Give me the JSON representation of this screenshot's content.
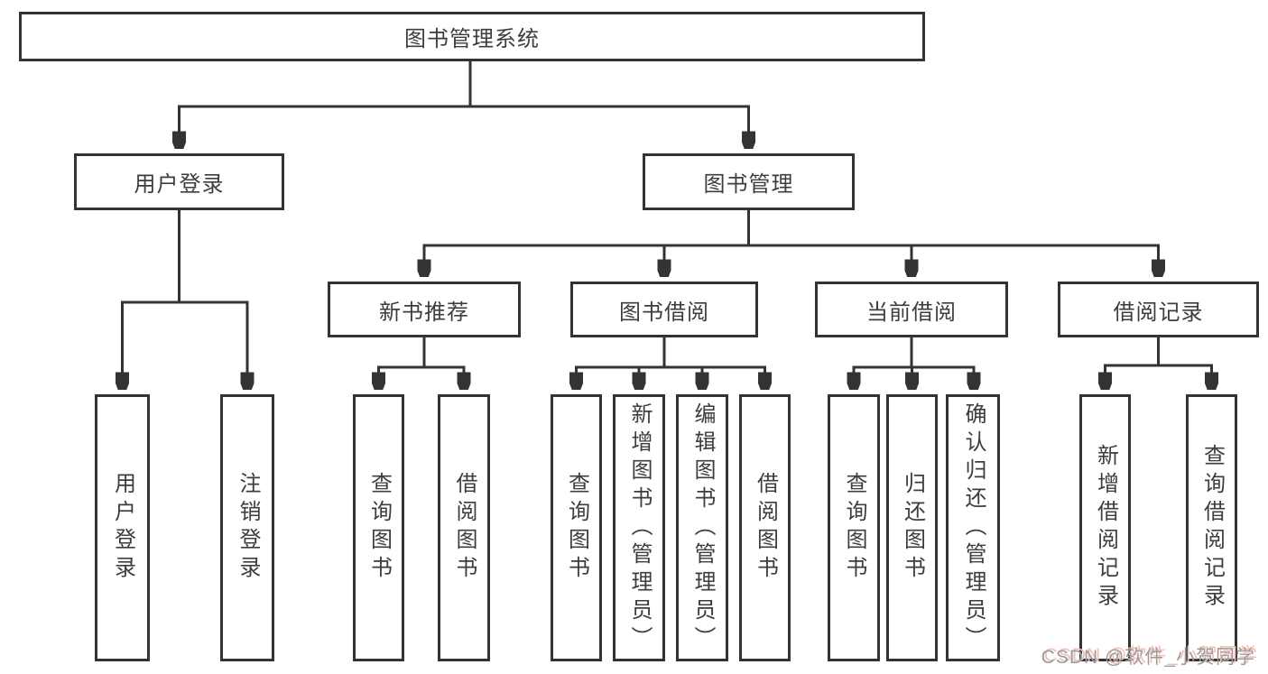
{
  "diagram": {
    "root": {
      "label": "图书管理系统"
    },
    "branches": [
      {
        "label": "用户登录",
        "leaves": [
          {
            "label": "用户登录"
          },
          {
            "label": "注销登录"
          }
        ]
      },
      {
        "label": "图书管理"
      }
    ],
    "groups": [
      {
        "label": "新书推荐",
        "leaves": [
          {
            "label": "查询图书"
          },
          {
            "label": "借阅图书"
          }
        ]
      },
      {
        "label": "图书借阅",
        "leaves": [
          {
            "label": "查询图书"
          },
          {
            "label": "新增图书（管理员）"
          },
          {
            "label": "编辑图书（管理员）"
          },
          {
            "label": "借阅图书"
          }
        ]
      },
      {
        "label": "当前借阅",
        "leaves": [
          {
            "label": "查询图书"
          },
          {
            "label": "归还图书"
          },
          {
            "label": "确认归还（管理员）"
          }
        ]
      },
      {
        "label": "借阅记录",
        "leaves": [
          {
            "label": "新增借阅记录"
          },
          {
            "label": "查询借阅记录"
          }
        ]
      }
    ]
  },
  "watermark": {
    "text": "CSDN @软件_小贺同学"
  },
  "colors": {
    "line": "#333333",
    "text": "#3d3d3d",
    "box_background": "#ffffff",
    "page_background": "#ffffff",
    "watermark_text": "#9b9b9b",
    "watermark_shadow": "#f5beb2"
  }
}
